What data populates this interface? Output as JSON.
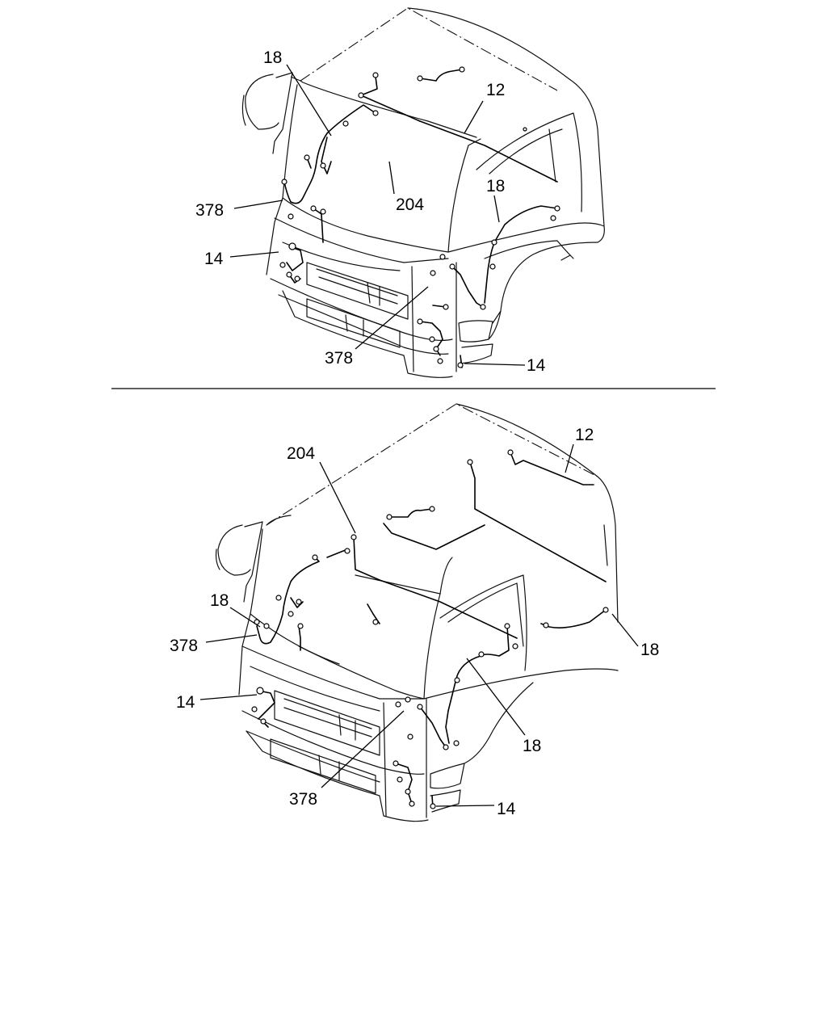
{
  "figure_top": {
    "callouts": {
      "c18a": "18",
      "c12": "12",
      "c204": "204",
      "c18b": "18",
      "c378a": "378",
      "c14a": "14",
      "c378b": "378",
      "c14b": "14"
    }
  },
  "figure_bottom": {
    "callouts": {
      "c204": "204",
      "c12": "12",
      "c18a": "18",
      "c378a": "378",
      "c18b": "18",
      "c14a": "14",
      "c18c": "18",
      "c378b": "378",
      "c14b": "14"
    }
  }
}
